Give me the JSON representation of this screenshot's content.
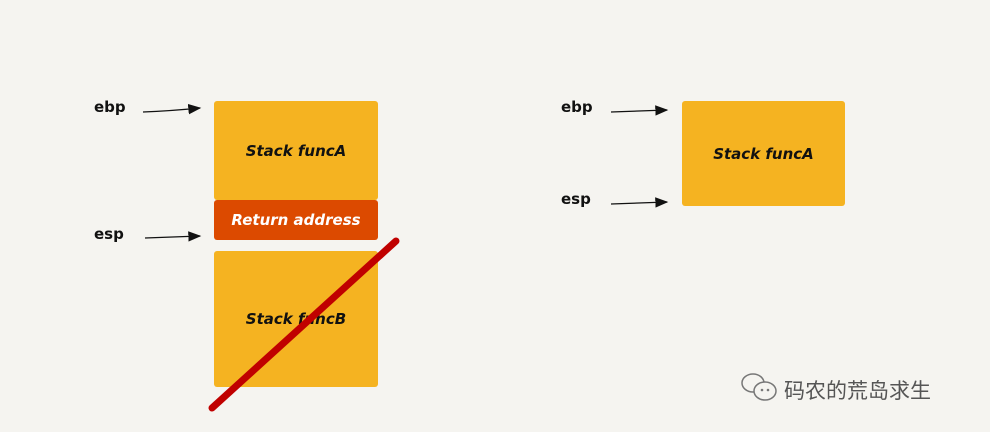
{
  "left": {
    "ebp_label": "ebp",
    "esp_label": "esp",
    "block_a": "Stack funcA",
    "return_address": "Return address",
    "block_b": "Stack funcB"
  },
  "right": {
    "ebp_label": "ebp",
    "esp_label": "esp",
    "block_a": "Stack funcA"
  },
  "watermark": "码农的荒岛求生",
  "colors": {
    "stack": "#f5b321",
    "return": "#dc4a00",
    "strike": "#c00000"
  }
}
